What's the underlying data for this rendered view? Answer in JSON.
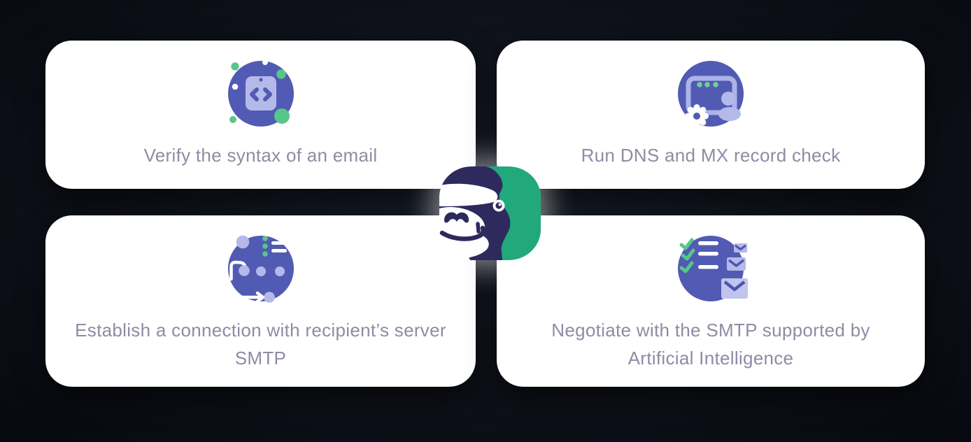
{
  "section": {
    "name": "email-verification-steps"
  },
  "colors": {
    "background": "#0e1119",
    "card_background": "#ffffff",
    "label_text": "#8e8ca3",
    "icon_circle": "#515bb3",
    "icon_lavender": "#b4b9ea",
    "icon_green": "#57c788",
    "icon_white": "#ffffff",
    "logo_navy": "#2e2a5e",
    "logo_green": "#21a97c"
  },
  "cards": [
    {
      "icon": "code-clipboard-icon",
      "label_lines": [
        "Verify the syntax of an email"
      ]
    },
    {
      "icon": "browser-user-gear-icon",
      "label_lines": [
        "Run DNS and MX record check"
      ]
    },
    {
      "icon": "connection-flow-icon",
      "label_lines": [
        "Establish a connection with recipient’s server",
        "SMTP"
      ]
    },
    {
      "icon": "checklist-emails-icon",
      "label_lines": [
        "Negotiate with the SMTP supported by",
        "Artificial Intelligence"
      ]
    }
  ],
  "logo": {
    "icon": "gorilla-mascot-logo"
  }
}
